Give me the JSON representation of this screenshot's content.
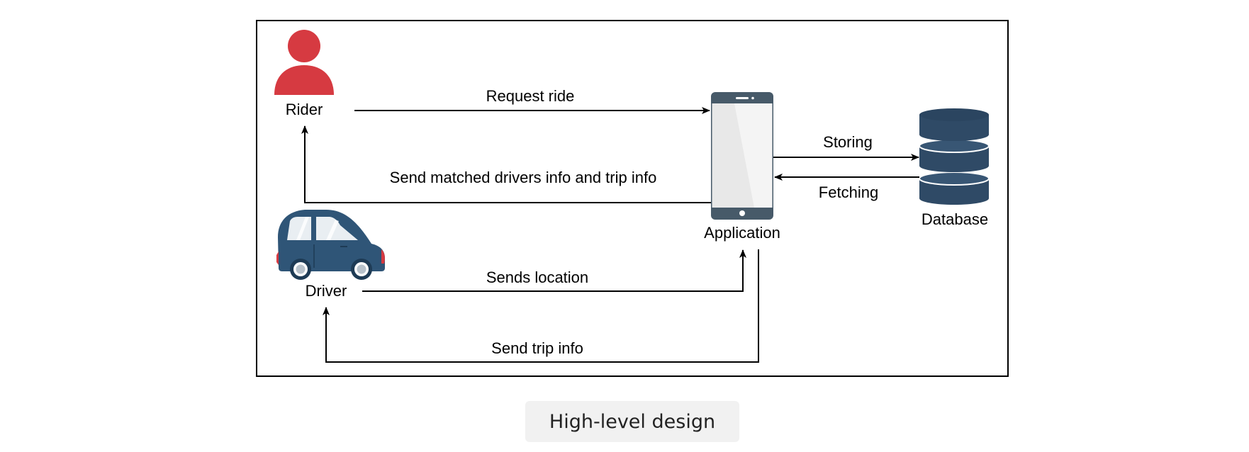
{
  "nodes": {
    "rider": {
      "label": "Rider",
      "icon": "person-icon",
      "color": "#d63a41"
    },
    "driver": {
      "label": "Driver",
      "icon": "car-icon",
      "color": "#2f5577"
    },
    "application": {
      "label": "Application",
      "icon": "smartphone-icon",
      "color": "#475a69"
    },
    "database": {
      "label": "Database",
      "icon": "database-icon",
      "color": "#2f4a66"
    }
  },
  "edges": {
    "request_ride": {
      "label": "Request ride",
      "from": "Rider",
      "to": "Application"
    },
    "send_matched": {
      "label": "Send matched drivers info and trip info",
      "from": "Application",
      "to": "Rider"
    },
    "storing": {
      "label": "Storing",
      "from": "Application",
      "to": "Database"
    },
    "fetching": {
      "label": "Fetching",
      "from": "Database",
      "to": "Application"
    },
    "sends_location": {
      "label": "Sends location",
      "from": "Driver",
      "to": "Application"
    },
    "send_trip_info": {
      "label": "Send trip info",
      "from": "Application",
      "to": "Driver"
    }
  },
  "caption": "High-level design"
}
